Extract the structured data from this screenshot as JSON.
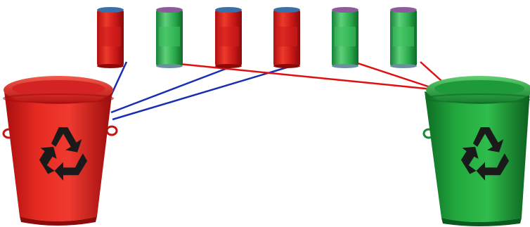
{
  "cans": [
    {
      "color": "red"
    },
    {
      "color": "green"
    },
    {
      "color": "red"
    },
    {
      "color": "red"
    },
    {
      "color": "green"
    },
    {
      "color": "green"
    }
  ],
  "bins": [
    {
      "color": "red",
      "symbol": "recycle-icon"
    },
    {
      "color": "green",
      "symbol": "recycle-icon"
    }
  ],
  "connections": [
    {
      "can": 0,
      "bin": 0,
      "line_color": "#1a2fb0"
    },
    {
      "can": 2,
      "bin": 0,
      "line_color": "#1a2fb0"
    },
    {
      "can": 3,
      "bin": 0,
      "line_color": "#1a2fb0"
    },
    {
      "can": 1,
      "bin": 1,
      "line_color": "#e01010"
    },
    {
      "can": 4,
      "bin": 1,
      "line_color": "#e01010"
    },
    {
      "can": 5,
      "bin": 1,
      "line_color": "#e01010"
    }
  ],
  "colors": {
    "red": "#e32222",
    "red_dark": "#9c0d0d",
    "red_light": "#f26a5a",
    "green": "#1fa83a",
    "green_dark": "#0c6a22",
    "green_light": "#6fd67e",
    "can_top_red": "#3a6fa8",
    "can_top_green": "#8e5a9c"
  }
}
